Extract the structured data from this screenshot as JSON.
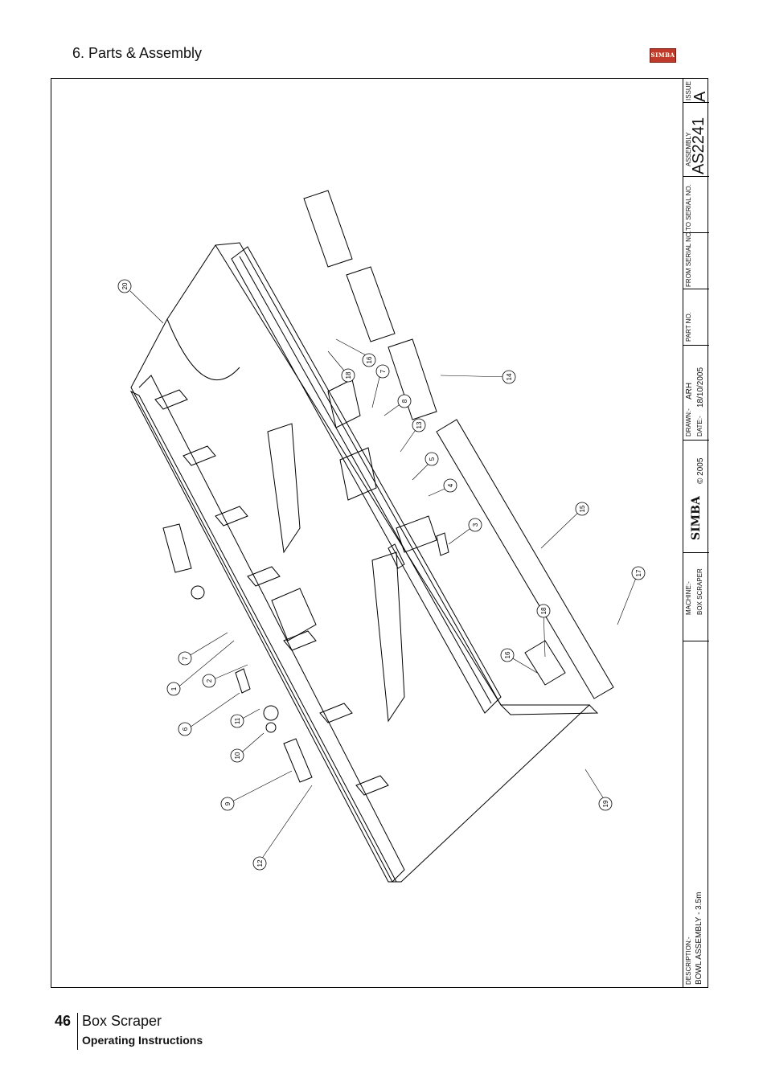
{
  "header": {
    "section": "6. Parts & Assembly",
    "logo_text": "SIMBA"
  },
  "footer": {
    "page_number": "46",
    "title": "Box Scraper",
    "subtitle": "Operating Instructions"
  },
  "title_block": {
    "issue_label": "ISSUE",
    "issue_value": "A",
    "assembly_label": "ASSEMBLY",
    "assembly_value": "AS2241",
    "to_serial_label": "TO SERIAL NO.",
    "from_serial_label": "FROM SERIAL NO.",
    "part_no_label": "PART NO.",
    "drawn_label": "DRAWN:-",
    "drawn_value": "ARH",
    "date_label": "DATE:-",
    "date_value": "18/10/2005",
    "brand": "SIMBA",
    "copyright": "© 2005",
    "machine_label": "MACHINE:-",
    "machine_value": "BOX SCRAPER",
    "description_label": "DESCRIPTION:-",
    "description_value": "BOWL ASSEMBLY - 3.5m"
  },
  "callouts": [
    {
      "label": "20"
    },
    {
      "label": "16"
    },
    {
      "label": "18"
    },
    {
      "label": "7"
    },
    {
      "label": "14"
    },
    {
      "label": "8"
    },
    {
      "label": "13"
    },
    {
      "label": "5"
    },
    {
      "label": "4"
    },
    {
      "label": "3"
    },
    {
      "label": "15"
    },
    {
      "label": "17"
    },
    {
      "label": "18"
    },
    {
      "label": "16"
    },
    {
      "label": "7"
    },
    {
      "label": "1"
    },
    {
      "label": "2"
    },
    {
      "label": "6"
    },
    {
      "label": "11"
    },
    {
      "label": "10"
    },
    {
      "label": "9"
    },
    {
      "label": "12"
    },
    {
      "label": "19"
    }
  ]
}
